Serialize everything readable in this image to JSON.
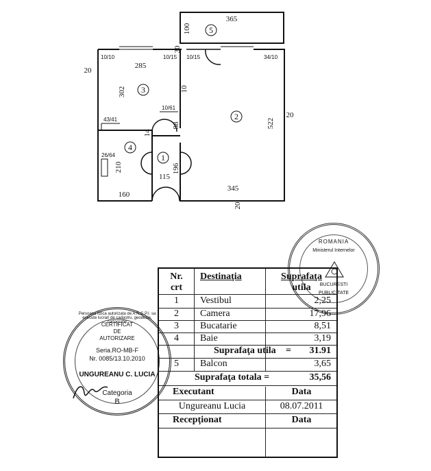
{
  "plan": {
    "rooms": [
      {
        "num": "1",
        "label": "1"
      },
      {
        "num": "2",
        "label": "2"
      },
      {
        "num": "3",
        "label": "3"
      },
      {
        "num": "4",
        "label": "4"
      },
      {
        "num": "5",
        "label": "5"
      }
    ],
    "dims": {
      "d365": "365",
      "d100": "100",
      "d30": "30",
      "d20_left": "20",
      "d20_right": "20",
      "d20_bottom": "20",
      "d285": "285",
      "d302": "302",
      "d10": "10",
      "d522": "522",
      "d345": "345",
      "d88": "88",
      "d14": "14",
      "d210": "210",
      "d196": "196",
      "d115": "115",
      "d160": "160",
      "w10_10": "10/10",
      "w10_15a": "10/15",
      "w10_15b": "10/15",
      "w34_10": "34/10",
      "w10_61": "10/61",
      "w43_41": "43/41",
      "w26_64": "26/64"
    }
  },
  "table": {
    "headers": {
      "nr": "Nr.",
      "crt": "crt",
      "dest": "Destinaţia",
      "supr": "Suprafaţa",
      "utila": "utila"
    },
    "rows": [
      {
        "nr": "1",
        "dest": "Vestibul",
        "supr": "2,25"
      },
      {
        "nr": "2",
        "dest": "Camera",
        "supr": "17,96"
      },
      {
        "nr": "3",
        "dest": "Bucatarie",
        "supr": "8,51"
      },
      {
        "nr": "4",
        "dest": "Baie",
        "supr": "3,19"
      }
    ],
    "sum_utila_label": "Suprafaţa utila",
    "sum_utila_eq": "=",
    "sum_utila_value": "31.91",
    "balcon": {
      "nr": "5",
      "dest": "Balcon",
      "supr": "3,65"
    },
    "sum_totala_label": "Suprafaţa totala =",
    "sum_totala_value": "35,56",
    "executant_label": "Executant",
    "data_label_1": "Data",
    "executant_name": "Ungureanu Lucia",
    "executant_date": "08.07.2011",
    "receptionat_label": "Recepţionat",
    "data_label_2": "Data"
  },
  "stamp_left": {
    "ring": "Persoana fizica autorizata de A.N.C.P.I. sa execute lucrari de cadastru, geodezie, cartografie",
    "line1": "CERTIFICAT",
    "line2": "DE",
    "line3": "AUTORIZARE",
    "line4": "Seria.RO-MB-F",
    "line5": "Nr. 0085/13.10.2010",
    "name": "UNGUREANU C. LUCIA",
    "cat_label": "Categoria",
    "cat_value": "B"
  },
  "stamp_right": {
    "line1": "ROMANIA",
    "line2": "Ministerul Internelor",
    "line3": "BUCURESTI",
    "line4": "PUBLICITATE"
  }
}
